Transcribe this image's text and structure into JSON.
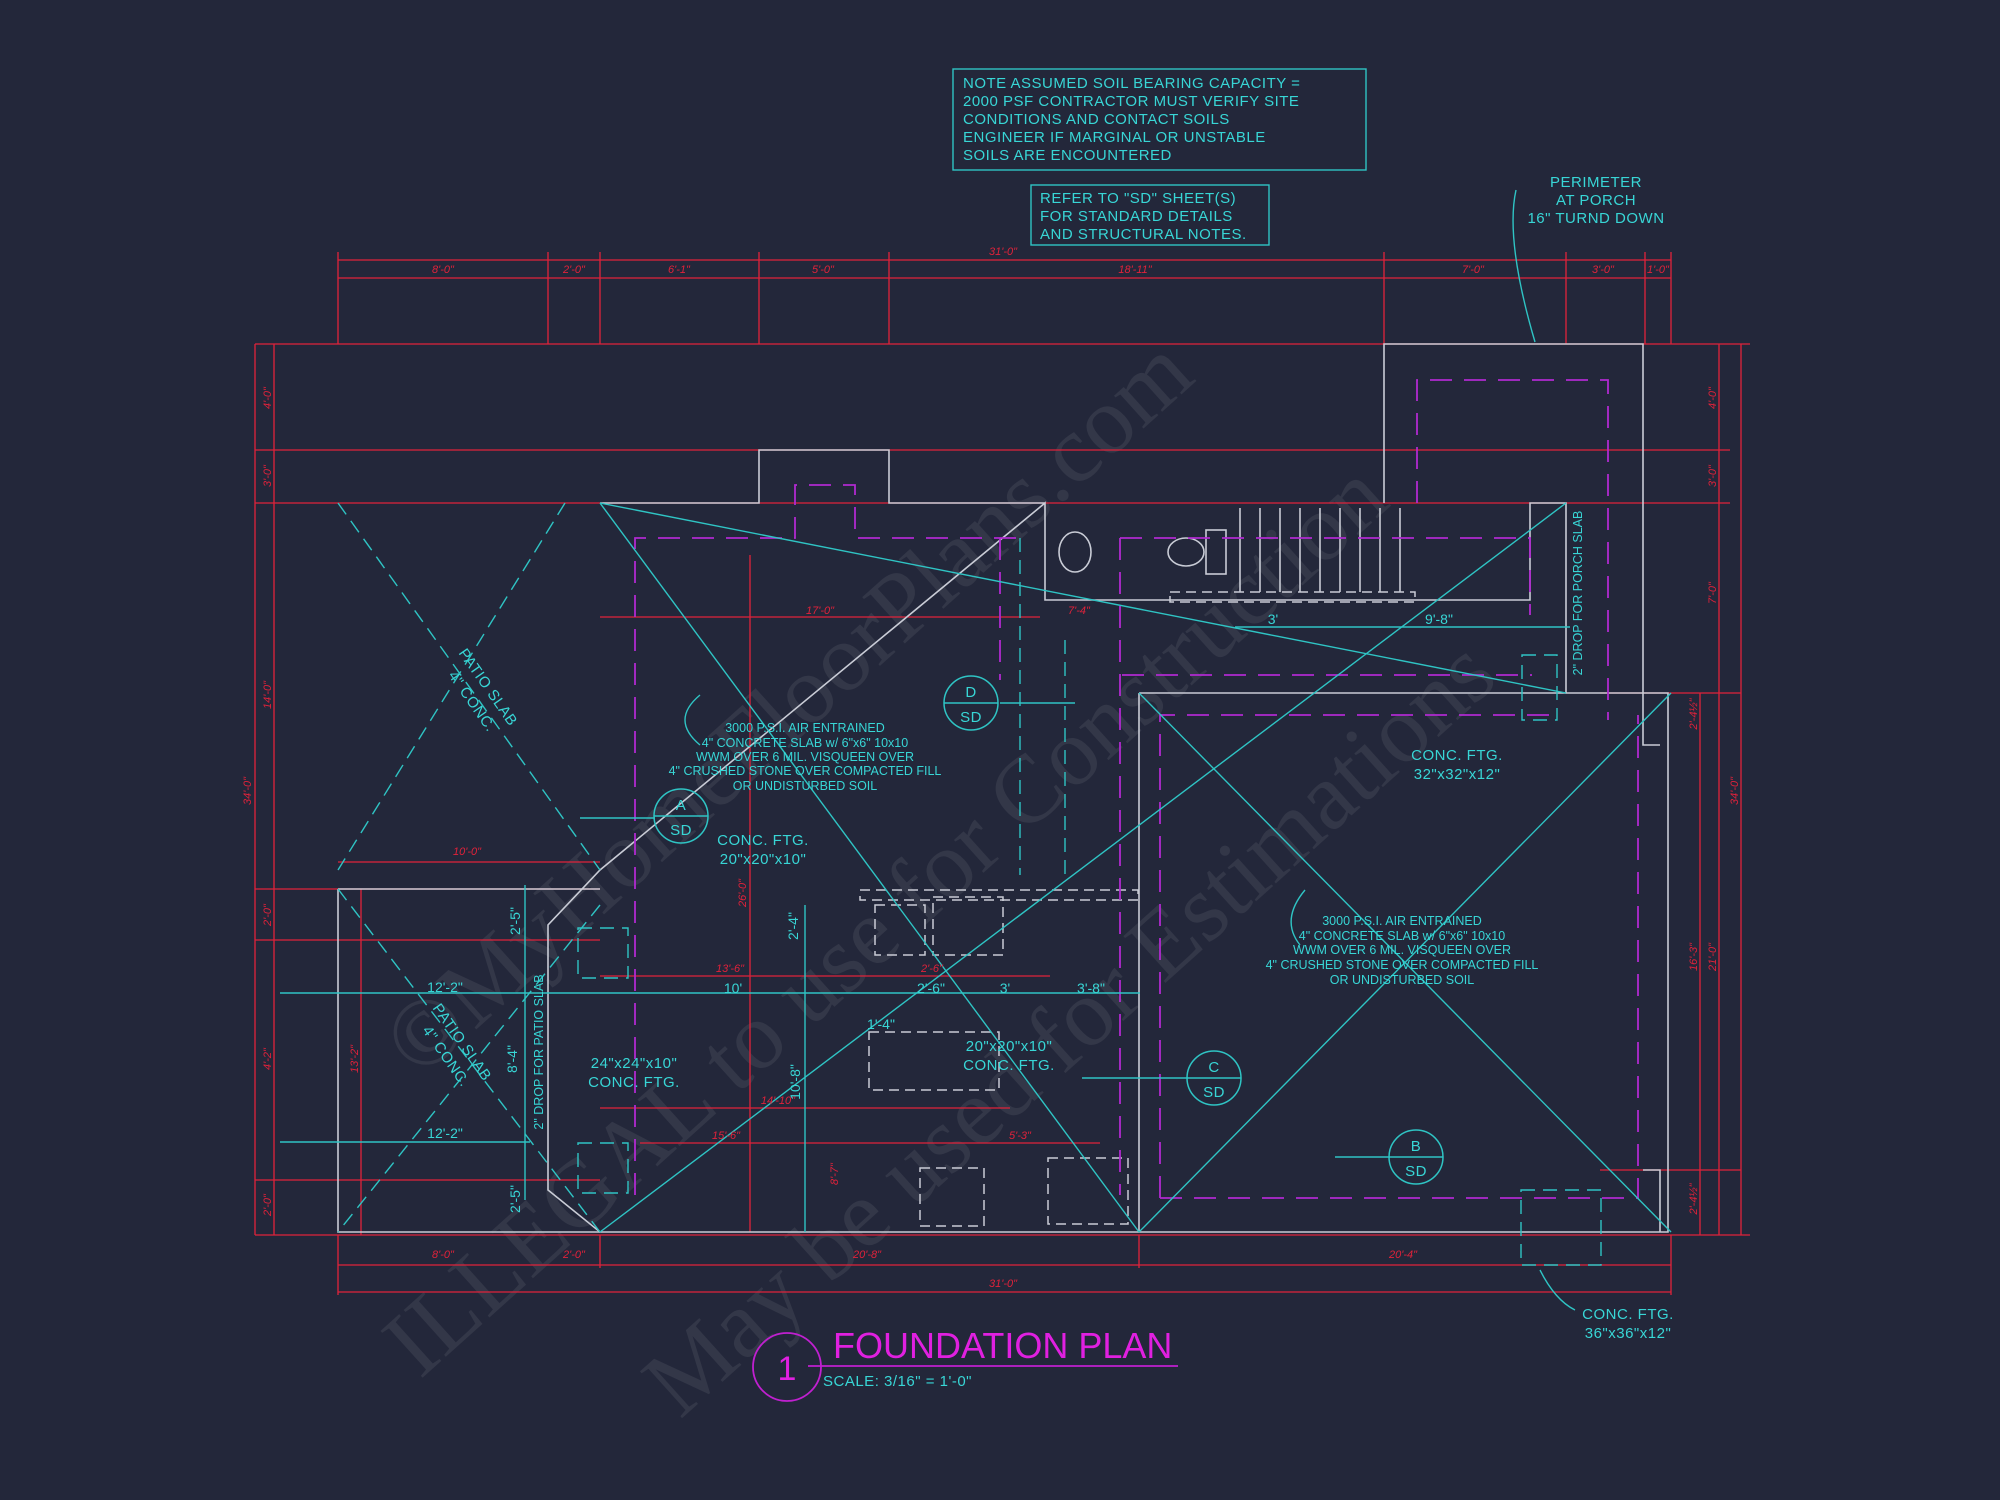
{
  "colors": {
    "background": "#23273a",
    "dimension": "#e0223a",
    "annotation": "#38d6d6",
    "walls": "#c9ccd6",
    "footing_outline": "#b02ad0",
    "title": "#e020e0"
  },
  "notes": {
    "soil": [
      "NOTE ASSUMED SOIL BEARING CAPACITY =",
      "2000 PSF CONTRACTOR MUST VERIFY SITE",
      "CONDITIONS AND CONTACT SOILS",
      "ENGINEER IF MARGINAL OR UNSTABLE",
      "SOILS ARE ENCOUNTERED"
    ],
    "refer": [
      "REFER TO \"SD\" SHEET(S)",
      "FOR STANDARD DETAILS",
      "AND STRUCTURAL NOTES."
    ],
    "perimeter": [
      "PERIMETER",
      "AT PORCH",
      "16\" TURND DOWN"
    ],
    "slab_left": [
      "3000 P.S.I. AIR ENTRAINED",
      "4\" CONCRETE SLAB w/ 6\"x6\" 10x10",
      "WWM OVER 6 MIL. VISQUEEN OVER",
      "4\" CRUSHED STONE OVER COMPACTED FILL",
      "OR UNDISTURBED SOIL"
    ],
    "slab_right": [
      "3000 P.S.I. AIR ENTRAINED",
      "4\" CONCRETE SLAB w/ 6\"x6\" 10x10",
      "WWM OVER 6 MIL. VISQUEEN OVER",
      "4\" CRUSHED STONE OVER COMPACTED FILL",
      "OR UNDISTURBED SOIL"
    ],
    "ftg_20_left": [
      "CONC. FTG.",
      "20\"x20\"x10\""
    ],
    "ftg_24": [
      "24\"x24\"x10\"",
      "CONC. FTG."
    ],
    "ftg_20_mid": [
      "20\"x20\"x10\"",
      "CONC. FTG."
    ],
    "ftg_32": [
      "CONC. FTG.",
      "32\"x32\"x12\""
    ],
    "ftg_36": [
      "CONC. FTG.",
      "36\"x36\"x12\""
    ],
    "patio_upper": [
      "PATIO SLAB",
      "4\" CONC."
    ],
    "patio_lower": [
      "PATIO SLAB",
      "4\" CONC."
    ],
    "drop_patio": "2\" DROP FOR PATIO SLAB",
    "drop_porch": "2\" DROP FOR PORCH SLAB"
  },
  "sections": [
    {
      "letter": "D",
      "sheet": "SD"
    },
    {
      "letter": "A",
      "sheet": "SD"
    },
    {
      "letter": "C",
      "sheet": "SD"
    },
    {
      "letter": "B",
      "sheet": "SD"
    }
  ],
  "dimensions": {
    "top_overall": "31'-0\"",
    "top": [
      "8'-0\"",
      "2'-0\"",
      "6'-1\"",
      "5'-0\"",
      "18'-11\"",
      "7'-0\"",
      "3'-0\"",
      "1'-0\""
    ],
    "bottom_overall": "31'-0\"",
    "bottom": [
      "8'-0\"",
      "2'-0\"",
      "20'-8\"",
      "20'-4\""
    ],
    "left_overall": "34'-0\"",
    "left": [
      "4'-0\"",
      "3'-0\"",
      "14'-0\"",
      "2'-0\"",
      "4'-2\"",
      "2'-0\""
    ],
    "left_inner": "13'-2\"",
    "right_overall": "34'-0\"",
    "right": [
      "4'-0\"",
      "3'-0\"",
      "7'-0\"",
      "2'-4½\"",
      "16'-3\"",
      "21'-0\"",
      "2'-4½\""
    ],
    "interior_red": [
      "17'-0\"",
      "7'-4\"",
      "10'-0\"",
      "13'-6\"",
      "2'-6\"",
      "26'-0\"",
      "14'-10\"",
      "15'-6\"",
      "5'-3\"",
      "8'-7\""
    ],
    "interior_cyan": [
      "3'",
      "9'-8\"",
      "12'-2\"",
      "12'-2\"",
      "2'-5\"",
      "2'-5\"",
      "8'-4\"",
      "10'",
      "2'-6\"",
      "3'",
      "3'-8\"",
      "1'-4\"",
      "2'-4\"",
      "10'-8\""
    ]
  },
  "title": {
    "number": "1",
    "text": "FOUNDATION PLAN",
    "scale": "SCALE: 3/16\" = 1'-0\""
  },
  "watermark": [
    "©MyHomeFloorPlans.com",
    "ILLEGAL to use for Construction",
    "May be used for Estimations"
  ]
}
